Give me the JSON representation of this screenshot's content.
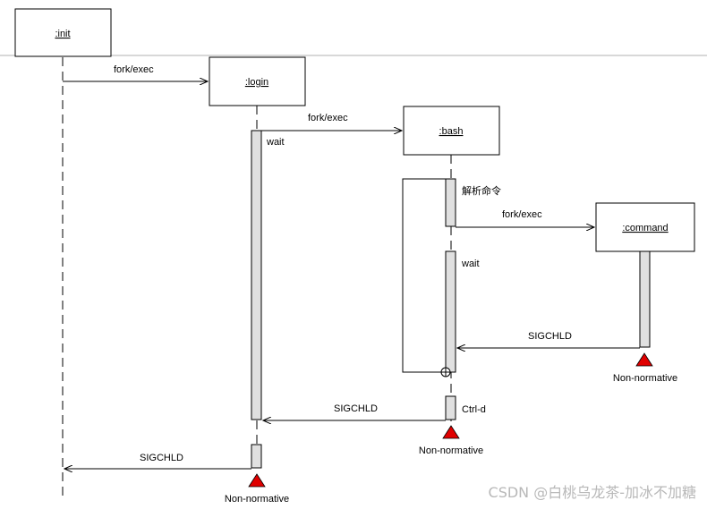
{
  "diagram": {
    "objects": {
      "init": ":init",
      "login": ":login",
      "bash": ":bash",
      "command": ":command"
    },
    "messages": {
      "init_login": "fork/exec",
      "login_bash": "fork/exec",
      "bash_command": "fork/exec",
      "command_bash": "SIGCHLD",
      "bash_login": "SIGCHLD",
      "login_init": "SIGCHLD"
    },
    "notes": {
      "login_wait": "wait",
      "bash_parse": "解析命令",
      "bash_wait": "wait",
      "bash_ctrld": "Ctrl-d"
    },
    "terminators": {
      "command": "Non-normative",
      "bash": "Non-normative",
      "login": "Non-normative"
    },
    "colors": {
      "terminator": "#e00000",
      "activation_fill": "#e0e0e0",
      "line": "#000000"
    }
  },
  "watermark": "CSDN @白桃乌龙茶-加冰不加糖"
}
